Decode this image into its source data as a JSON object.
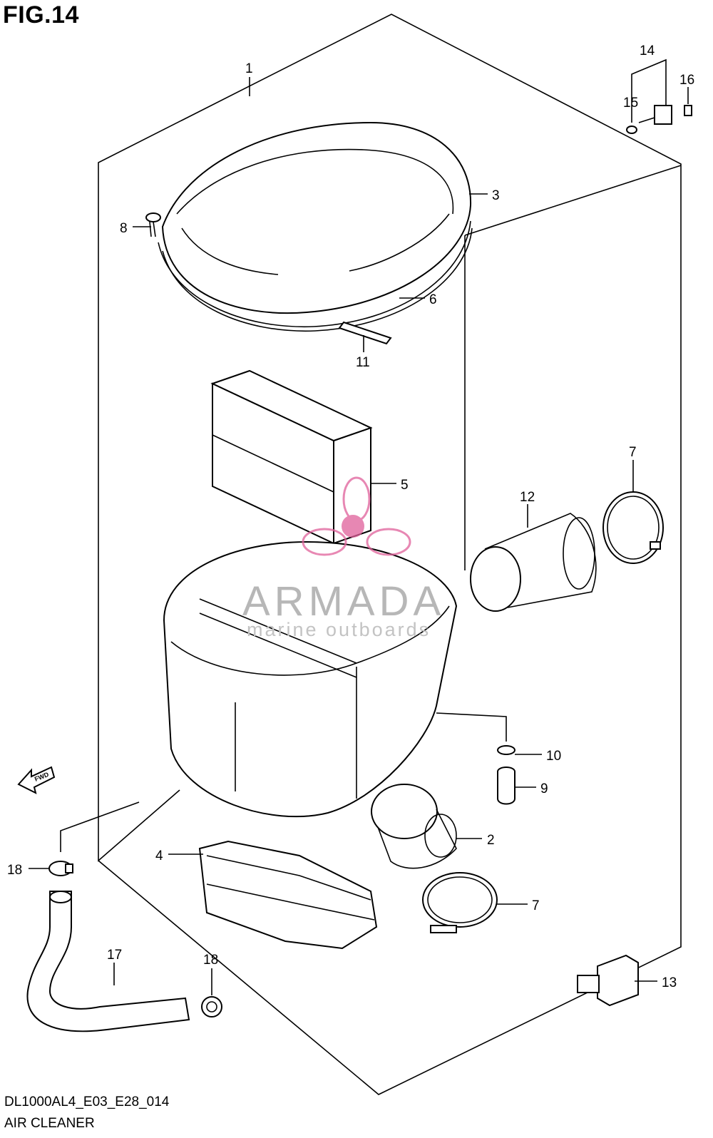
{
  "figure_title": "FIG.14",
  "caption": {
    "code": "DL1000AL4_E03_E28_014",
    "name": "AIR CLEANER"
  },
  "watermark": {
    "main": "ARMADA",
    "sub": "marine outboards",
    "color": "#e0609a"
  },
  "fwd_arrow_text": "FWD",
  "callouts": [
    {
      "id": "c1",
      "text": "1"
    },
    {
      "id": "c2",
      "text": "2"
    },
    {
      "id": "c3",
      "text": "3"
    },
    {
      "id": "c4",
      "text": "4"
    },
    {
      "id": "c5",
      "text": "5"
    },
    {
      "id": "c6",
      "text": "6"
    },
    {
      "id": "c7a",
      "text": "7"
    },
    {
      "id": "c7b",
      "text": "7"
    },
    {
      "id": "c8",
      "text": "8"
    },
    {
      "id": "c9",
      "text": "9"
    },
    {
      "id": "c10",
      "text": "10"
    },
    {
      "id": "c11",
      "text": "11"
    },
    {
      "id": "c12",
      "text": "12"
    },
    {
      "id": "c13",
      "text": "13"
    },
    {
      "id": "c14",
      "text": "14"
    },
    {
      "id": "c15",
      "text": "15"
    },
    {
      "id": "c16",
      "text": "16"
    },
    {
      "id": "c17",
      "text": "17"
    },
    {
      "id": "c18a",
      "text": "18"
    },
    {
      "id": "c18b",
      "text": "18"
    }
  ]
}
